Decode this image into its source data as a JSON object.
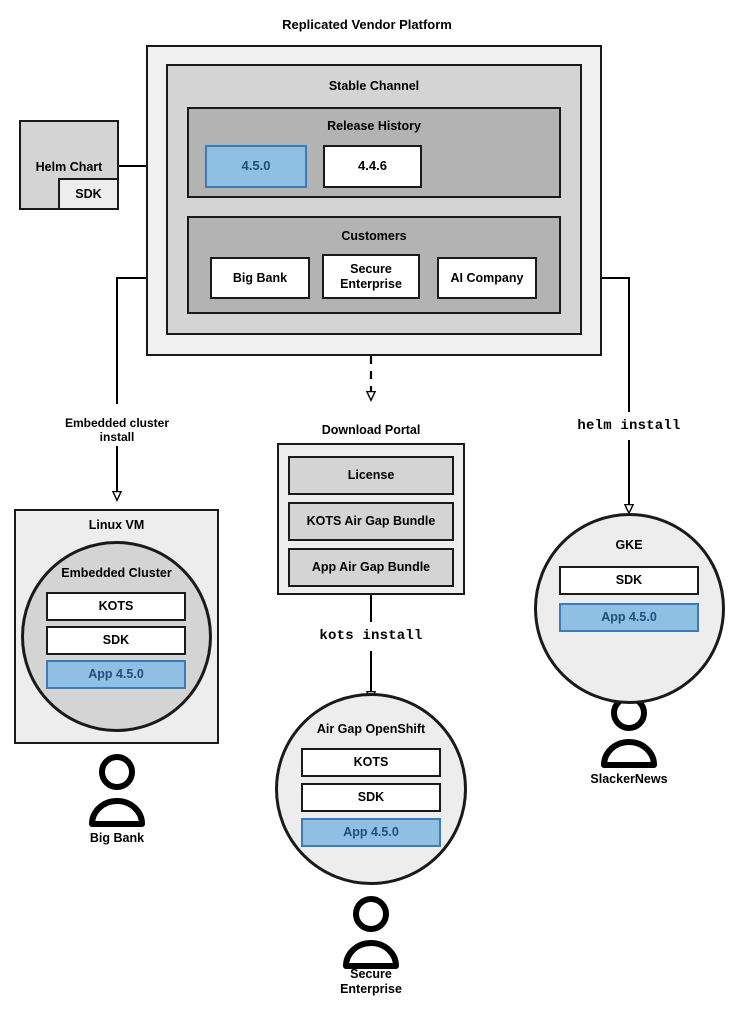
{
  "diagram": {
    "title": "Replicated Vendor Platform",
    "vendor_platform": {
      "channel": {
        "title": "Stable Channel",
        "release_history": {
          "title": "Release History",
          "releases": [
            {
              "version": "4.5.0",
              "state": "highlighted"
            },
            {
              "version": "4.4.6",
              "state": "normal"
            }
          ]
        },
        "customers": {
          "title": "Customers",
          "items": [
            {
              "name": "Big Bank"
            },
            {
              "name": "Secure\nEnterprise"
            },
            {
              "name": "AI Company"
            }
          ]
        }
      }
    },
    "helm_chart": {
      "title": "Helm Chart",
      "component": "SDK"
    },
    "download_portal": {
      "title": "Download Portal",
      "artifacts": [
        "License",
        "KOTS Air Gap Bundle",
        "App Air Gap Bundle"
      ]
    },
    "connector_labels": {
      "embedded": "Embedded cluster\ninstall",
      "kots": "kots install",
      "helm": "helm install"
    },
    "targets": [
      {
        "id": "linux-vm",
        "shape": "rect",
        "title": "Linux VM",
        "inner_title": "Embedded Cluster",
        "components": [
          {
            "label": "KOTS",
            "state": "normal"
          },
          {
            "label": "SDK",
            "state": "normal"
          },
          {
            "label": "App 4.5.0",
            "state": "highlighted"
          }
        ],
        "user": "Big Bank"
      },
      {
        "id": "air-gap-openshift",
        "shape": "circle",
        "title": "Air Gap OpenShift",
        "components": [
          {
            "label": "KOTS",
            "state": "normal"
          },
          {
            "label": "SDK",
            "state": "normal"
          },
          {
            "label": "App 4.5.0",
            "state": "highlighted"
          }
        ],
        "user": "Secure\nEnterprise"
      },
      {
        "id": "gke",
        "shape": "circle",
        "title": "GKE",
        "components": [
          {
            "label": "SDK",
            "state": "normal"
          },
          {
            "label": "App 4.5.0",
            "state": "highlighted"
          }
        ],
        "user": "SlackerNews"
      }
    ],
    "colors": {
      "highlight_fill": "#8fbfe3",
      "highlight_border": "#3d7ab8",
      "highlight_text": "#1f4e79",
      "stroke": "#1a1a1a",
      "outer_fill": "#f0f0f0",
      "channel_fill": "#d4d4d4",
      "panel_fill": "#b3b3b3"
    }
  }
}
